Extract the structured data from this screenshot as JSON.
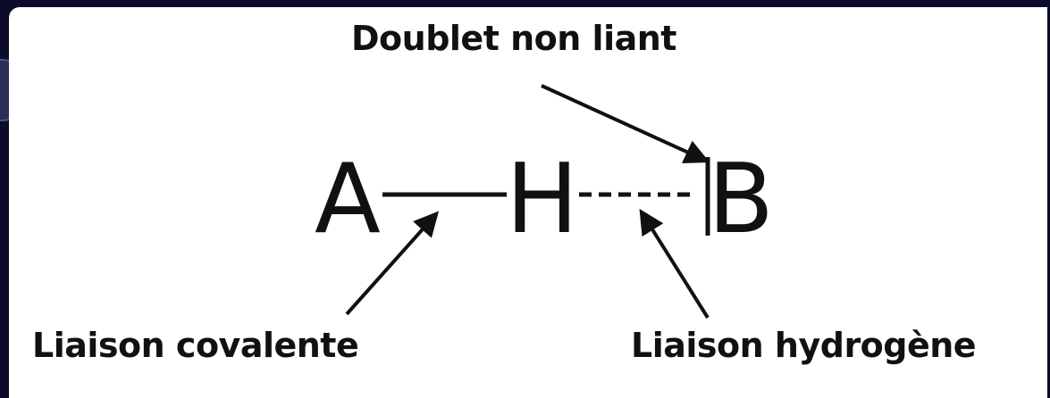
{
  "diagram": {
    "labels": {
      "lone_pair": "Doublet non liant",
      "covalent_bond": "Liaison covalente",
      "hydrogen_bond": "Liaison hydrogène"
    },
    "atoms": {
      "a": "A",
      "h": "H",
      "b": "B"
    },
    "colors": {
      "background": "#0c0b2a",
      "panel": "#ffffff",
      "ink": "#111111"
    }
  }
}
